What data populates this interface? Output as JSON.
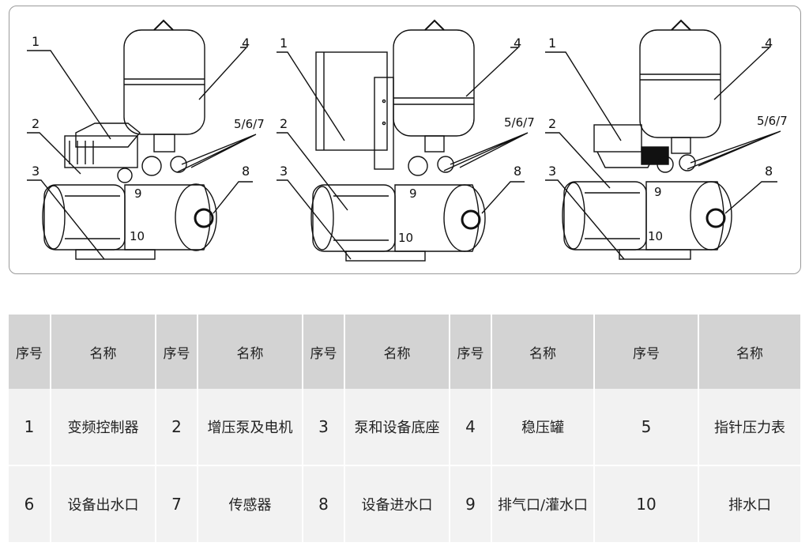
{
  "figure": {
    "callouts": [
      "1",
      "2",
      "3",
      "4",
      "5/6/7",
      "8",
      "9",
      "10"
    ]
  },
  "table": {
    "header_no": "序号",
    "header_name": "名称",
    "rows": [
      [
        {
          "no": "1",
          "name": "变频控制器"
        },
        {
          "no": "2",
          "name": "增压泵及电机"
        },
        {
          "no": "3",
          "name": "泵和设备底座"
        },
        {
          "no": "4",
          "name": "稳压罐"
        },
        {
          "no": "5",
          "name": "指针压力表"
        }
      ],
      [
        {
          "no": "6",
          "name": "设备出水口"
        },
        {
          "no": "7",
          "name": "传感器"
        },
        {
          "no": "8",
          "name": "设备进水口"
        },
        {
          "no": "9",
          "name": "排气口/灌水口"
        },
        {
          "no": "10",
          "name": "排水口"
        }
      ]
    ]
  }
}
